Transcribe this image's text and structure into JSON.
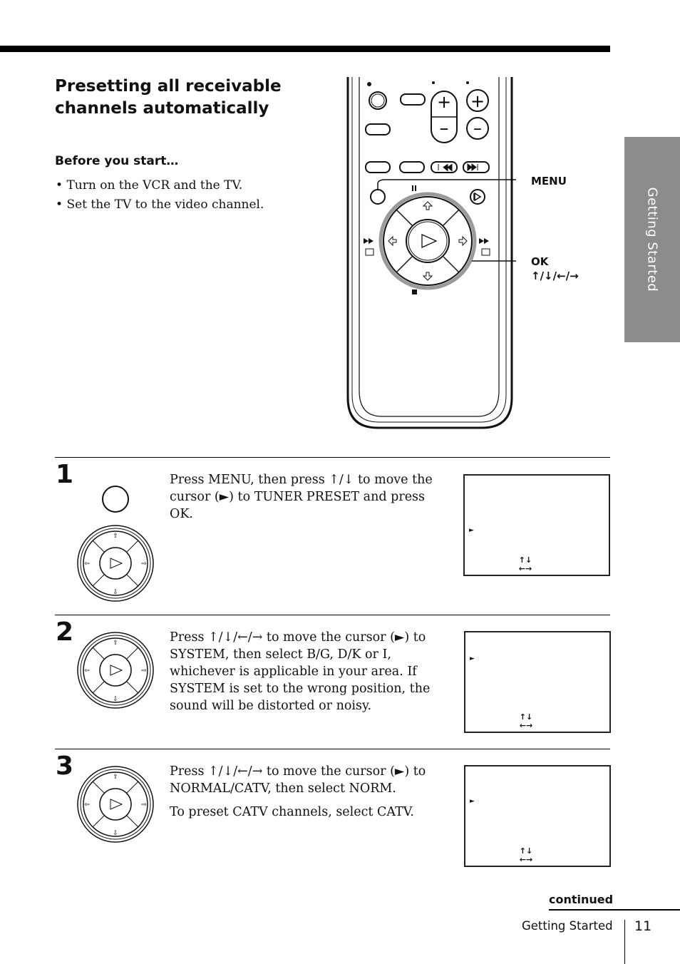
{
  "side_tab": "Getting Started",
  "title": "Presetting all receivable channels automatically",
  "before": {
    "heading": "Before you start…",
    "items": [
      "Turn on the VCR and the TV.",
      "Set the TV to the video channel."
    ]
  },
  "callouts": {
    "menu": "MENU",
    "ok": "OK",
    "ok_arrows": "↑/↓/←/→"
  },
  "glyphs": {
    "up": "↑",
    "down": "↓",
    "left": "←",
    "right": "→",
    "updown": "↑↓",
    "leftright": "←→",
    "cursor": "►"
  },
  "steps": [
    {
      "number": "1",
      "text": "Press MENU, then press ↑/↓ to move the cursor (►) to TUNER PRESET and press OK."
    },
    {
      "number": "2",
      "text": "Press ↑/↓/←/→ to move the cursor (►) to SYSTEM, then select B/G, D/K or I, whichever is applicable in your area. If SYSTEM is set to the wrong position, the sound will be distorted or noisy."
    },
    {
      "number": "3",
      "text": "Press ↑/↓/←/→ to  move the cursor (►) to NORMAL/CATV, then select NORM.",
      "text2": "To preset CATV channels, select CATV."
    }
  ],
  "footer": {
    "continued": "continued",
    "section": "Getting Started",
    "page": "11"
  }
}
